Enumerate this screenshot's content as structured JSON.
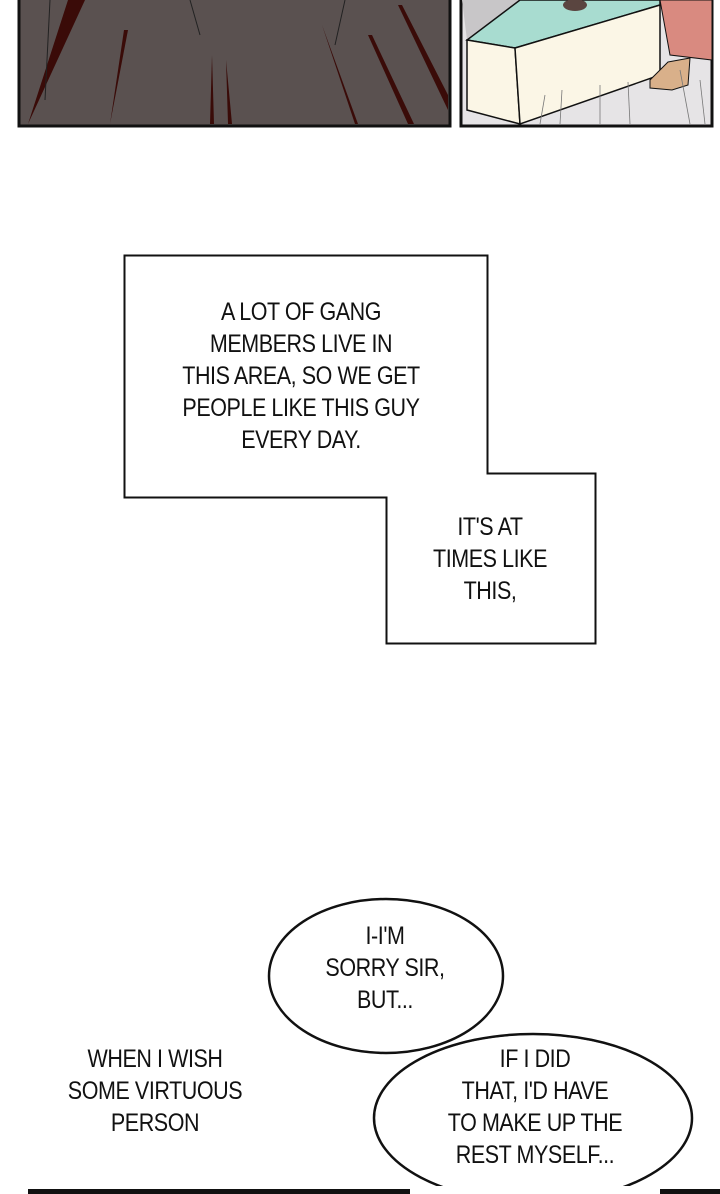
{
  "captions": {
    "box1": [
      "A LOT OF GANG",
      "MEMBERS LIVE IN",
      "THIS AREA, SO WE GET",
      "PEOPLE LIKE THIS GUY",
      "EVERY DAY."
    ],
    "box2": [
      "IT'S AT",
      "TIMES LIKE",
      "THIS,"
    ],
    "narration": [
      "WHEN I WISH",
      "SOME VIRTUOUS",
      "PERSON"
    ]
  },
  "bubbles": {
    "bubble1": [
      "I-I'M",
      "SORRY SIR,",
      "BUT..."
    ],
    "bubble2": [
      "IF I DID",
      "THAT, I'D HAVE",
      "TO MAKE UP THE",
      "REST MYSELF..."
    ]
  },
  "colors": {
    "panel_dark": "#5a5150",
    "streak": "#3a0b08",
    "counter_top": "#a8dcd0",
    "counter_front": "#fbf6e6",
    "skirt": "#d98a80"
  }
}
